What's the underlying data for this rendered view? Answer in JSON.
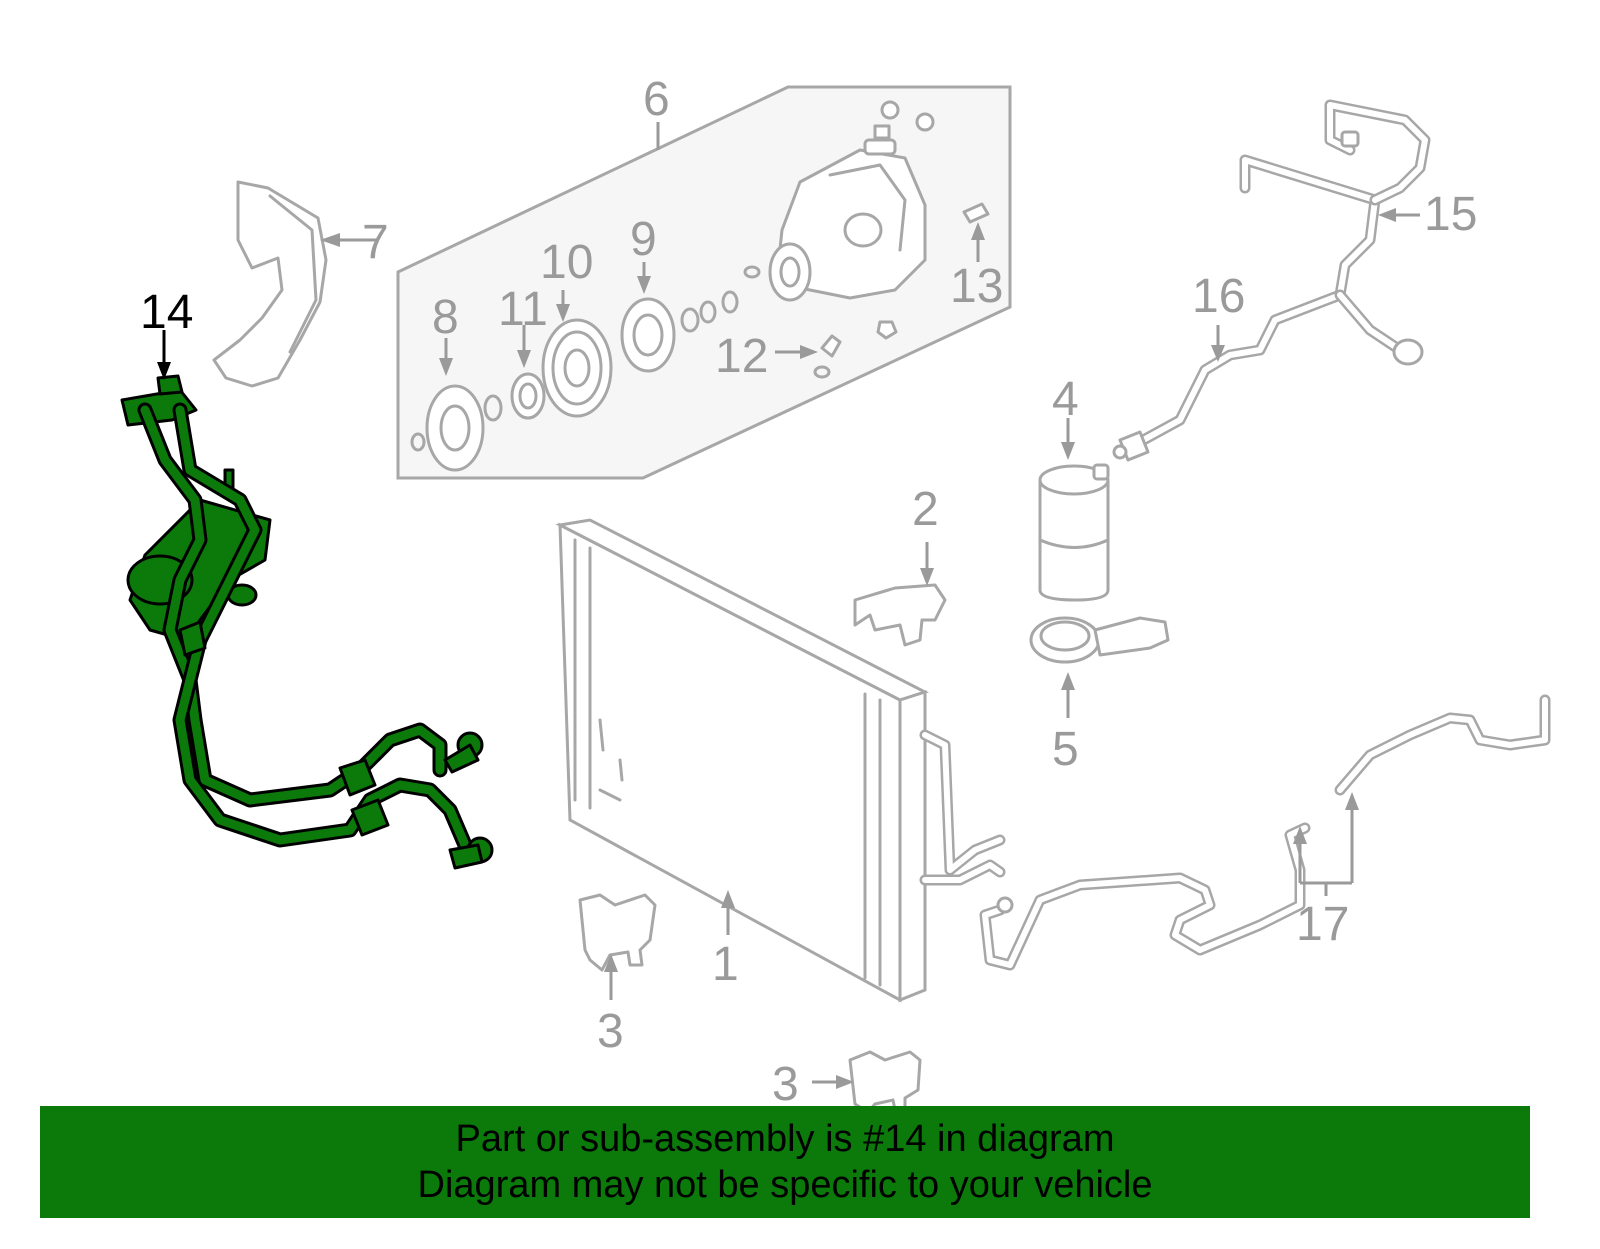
{
  "diagram": {
    "highlight_color": "#0b7a0b",
    "callouts": [
      {
        "id": "1",
        "text": "1"
      },
      {
        "id": "2",
        "text": "2"
      },
      {
        "id": "3a",
        "text": "3"
      },
      {
        "id": "3b",
        "text": "3"
      },
      {
        "id": "4",
        "text": "4"
      },
      {
        "id": "5",
        "text": "5"
      },
      {
        "id": "6",
        "text": "6"
      },
      {
        "id": "7",
        "text": "7"
      },
      {
        "id": "8",
        "text": "8"
      },
      {
        "id": "9",
        "text": "9"
      },
      {
        "id": "10",
        "text": "10"
      },
      {
        "id": "11",
        "text": "11"
      },
      {
        "id": "12",
        "text": "12"
      },
      {
        "id": "13",
        "text": "13"
      },
      {
        "id": "14",
        "text": "14",
        "highlighted": true
      },
      {
        "id": "15",
        "text": "15"
      },
      {
        "id": "16",
        "text": "16"
      },
      {
        "id": "17",
        "text": "17"
      }
    ]
  },
  "banner": {
    "line1": "Part or sub-assembly is #14 in diagram",
    "line2": "Diagram may not be specific to your vehicle"
  }
}
